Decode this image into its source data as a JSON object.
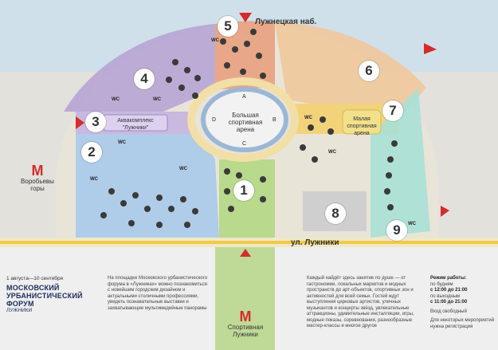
{
  "map": {
    "street_top": "Лужнецкая наб.",
    "street_bottom": "ул. Лужники",
    "metro_left": "Воробьевы горы",
    "metro_bottom": "Спортивная Лужники",
    "big_arena": "Большая спортивная арена",
    "small_arena": "Малая спортивная арена",
    "aqua": "Аквакомплекс \"Лужники\"",
    "sectors": [
      "A",
      "B",
      "C",
      "D"
    ],
    "wc_label": "WC",
    "zones": [
      "1",
      "2",
      "3",
      "4",
      "5",
      "6",
      "7",
      "8",
      "9"
    ],
    "colors": {
      "z4": "#b7a4d4",
      "z5": "#e8a080",
      "z6": "#f0c89c",
      "z3": "#c9b8e0",
      "z2": "#a9c9ea",
      "z1": "#b9d98c",
      "z7": "#f2d37a",
      "z9": "#a9e0d6",
      "z8": "#cfcfcf",
      "walk": "#f1dfa7",
      "bottom": "#bfd997",
      "accent": "#d42b2b",
      "brand": "#1d2b5c"
    }
  },
  "footer": {
    "dates": "1 августа—10 сентября",
    "brand_line1": "МОСКОВСКИЙ",
    "brand_line2": "УРБАНИСТИЧЕСКИЙ",
    "brand_line3": "ФОРУМ",
    "brand_place": "ЛУЖНИКИ",
    "about": "На площадке Московского урбанистического форума в «Лужниках» можно познакомиться с новейшим городским дизайном и актуальными столичными профессиями, увидеть познавательные выставки и захватывающие мультимедийные панорамы",
    "program": "Каждый найдёт здесь занятие по душе — от гастрономии, локальных маркетов и модных пространств до арт-объектов, спортивных зон и активностей для всей семьи. Гостей ждут выступления цирковых артистов, уличных музыкантов и концерты звёзд, увлекательные аттракционы, удивительные инсталляции, игры, модные показы, соревнования, разнообразные мастер-классы и многое другое",
    "hours_title": "Режим работы:",
    "hours_weekdays_label": "по будням",
    "hours_weekdays": "с 12:00 до 21:00",
    "hours_weekend_label": "по выходным",
    "hours_weekend": "с 11:00 до 21:00",
    "entry": "Вход свободный",
    "note": "Для некоторых мероприятий нужна регистрация"
  }
}
